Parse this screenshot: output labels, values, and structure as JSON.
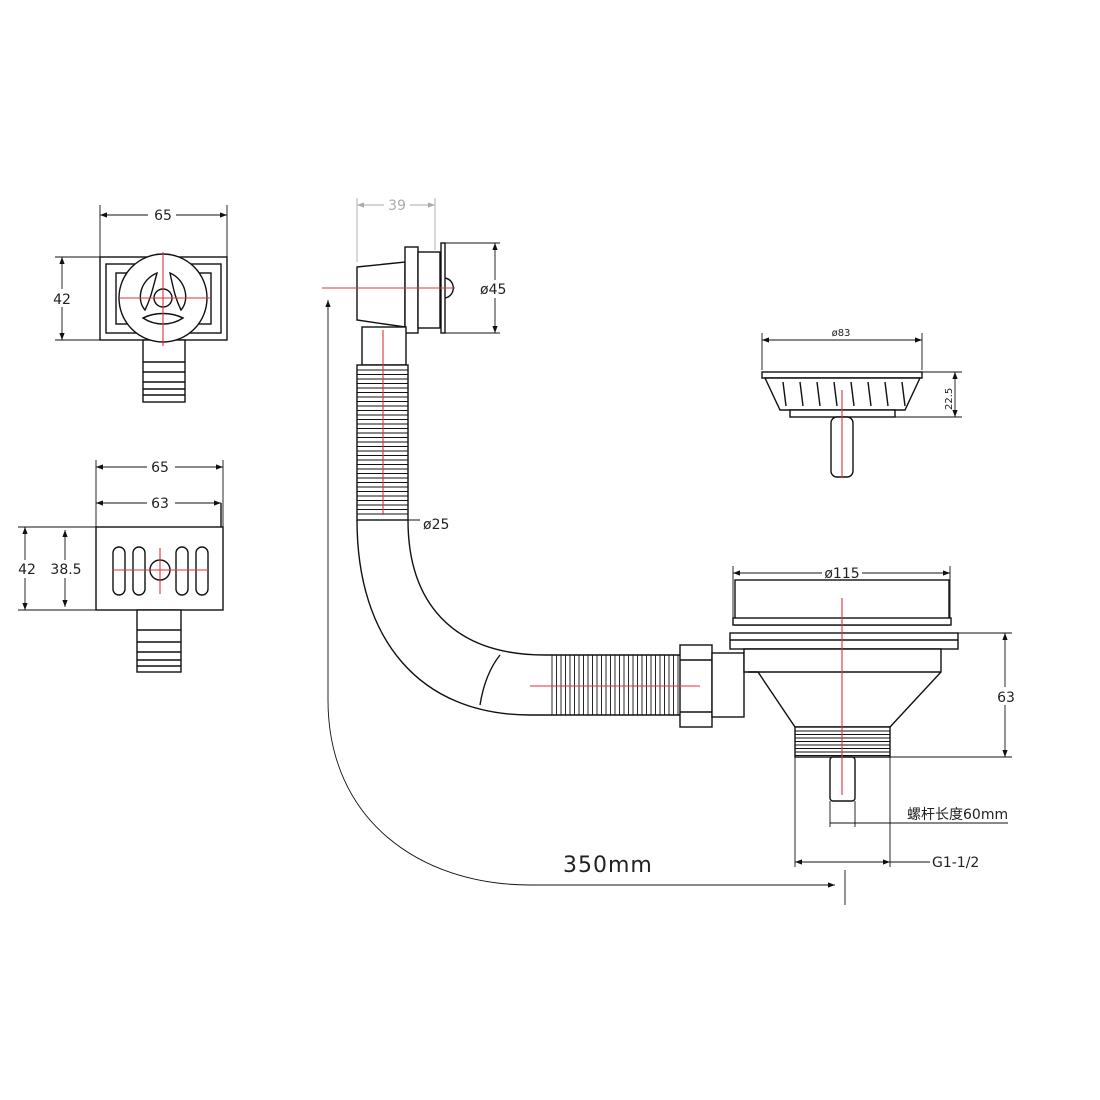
{
  "colors": {
    "centerline": "#e0323c",
    "line": "#111111",
    "dimension_gray": "#aaaaaa"
  },
  "overflow_front_view": {
    "width": "65",
    "height": "42"
  },
  "overflow_back_view": {
    "outer_width": "65",
    "inner_width": "63",
    "outer_height": "42",
    "inner_height": "38.5"
  },
  "overflow_side": {
    "depth": "39",
    "diameter": "ø45"
  },
  "hose": {
    "diameter": "ø25",
    "length": "350mm"
  },
  "strainer_basket": {
    "diameter": "ø83",
    "height": "22.5"
  },
  "sink_drain": {
    "diameter": "ø115",
    "height": "63",
    "screw_note": "螺杆长度60mm",
    "thread": "G1-1/2"
  }
}
